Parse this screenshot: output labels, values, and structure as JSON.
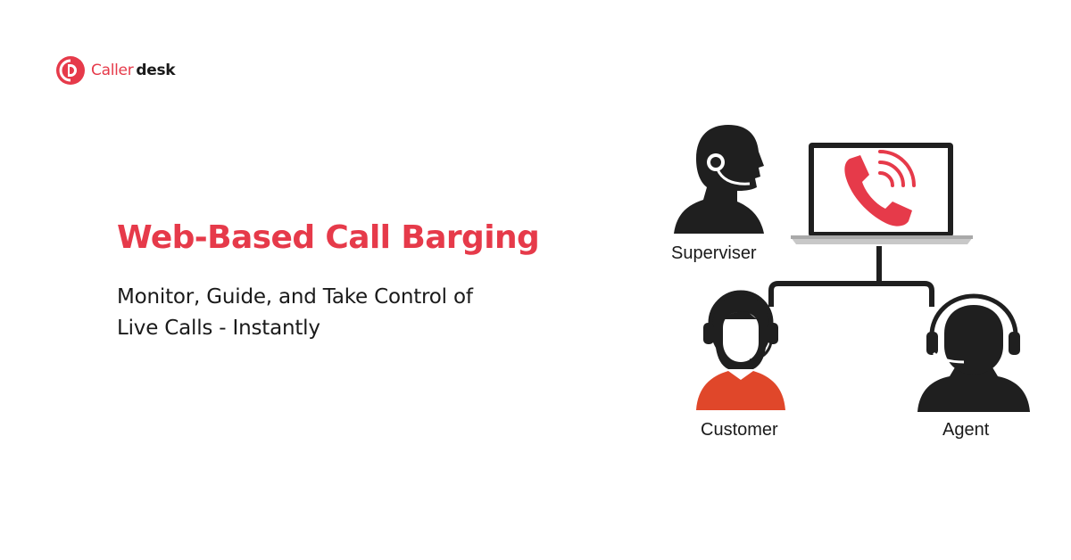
{
  "brand": {
    "name_part1": "Caller",
    "name_part2": "desk",
    "logo_icon": "callerdesk-logo-icon",
    "accent_color": "#e63a4a"
  },
  "hero": {
    "title": "Web-Based Call Barging",
    "subtitle_line1": "Monitor, Guide, and Take Control of",
    "subtitle_line2": "Live Calls - Instantly"
  },
  "illustration": {
    "center_icon": "phone-call-icon",
    "roles": {
      "supervisor": "Superviser",
      "customer": "Customer",
      "agent": "Agent"
    },
    "colors": {
      "silhouette": "#1f1f1f",
      "customer_shirt": "#e0472a",
      "phone": "#e63a4a"
    }
  }
}
